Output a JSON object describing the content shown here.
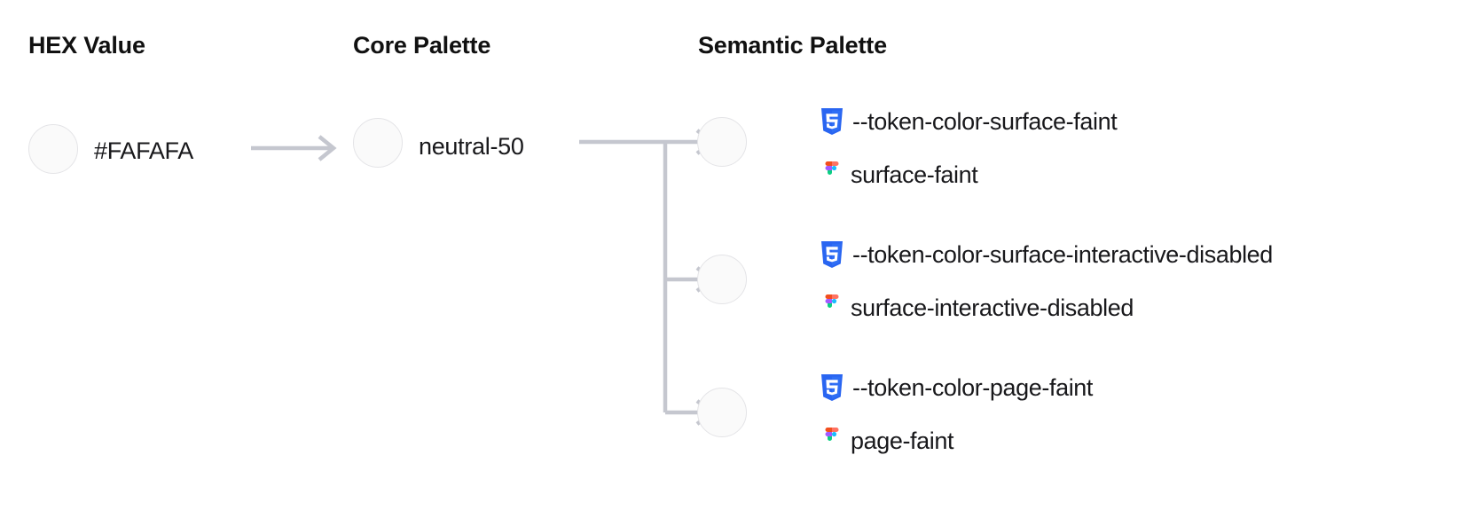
{
  "page": {
    "background": "#ffffff",
    "accent_css_icon": "#2965f1",
    "connector_color": "#c5c7cf",
    "swatch_fill": "#fafafa",
    "swatch_border": "#e4e4e7"
  },
  "columns": [
    {
      "key": "hex",
      "label": "HEX Value"
    },
    {
      "key": "core",
      "label": "Core Palette"
    },
    {
      "key": "semantic",
      "label": "Semantic Palette"
    }
  ],
  "hex": {
    "swatch_color": "#FAFAFA",
    "value": "#FAFAFA"
  },
  "core": {
    "swatch_color": "#FAFAFA",
    "value": "neutral-50"
  },
  "semantic": {
    "tokens": [
      {
        "swatch_color": "#FAFAFA",
        "css_icon": "css3-icon",
        "css_variable": "--token-color-surface-faint",
        "figma_icon": "figma-icon",
        "figma_name": "surface-faint"
      },
      {
        "swatch_color": "#FAFAFA",
        "css_icon": "css3-icon",
        "css_variable": "--token-color-surface-interactive-disabled",
        "figma_icon": "figma-icon",
        "figma_name": "surface-interactive-disabled"
      },
      {
        "swatch_color": "#FAFAFA",
        "css_icon": "css3-icon",
        "css_variable": "--token-color-page-faint",
        "figma_icon": "figma-icon",
        "figma_name": "page-faint"
      }
    ]
  },
  "connectors": {
    "hex_to_core": "arrow-right",
    "core_to_semantic": "branching-arrow-three-way"
  }
}
